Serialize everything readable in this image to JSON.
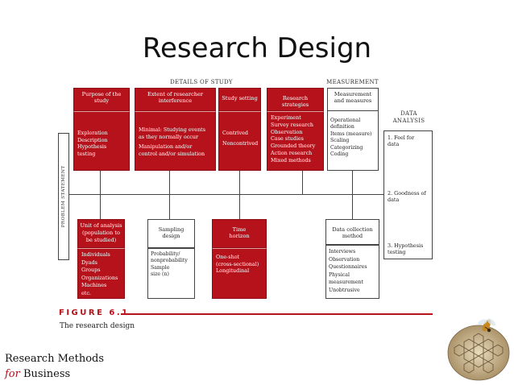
{
  "title": "Research Design",
  "headers": {
    "details": "DETAILS OF STUDY",
    "measurement": "MEASUREMENT",
    "data_analysis": "DATA\nANALYSIS"
  },
  "problem_statement": "PROBLEM STATEMENT",
  "top_boxes": [
    {
      "head": "Purpose of the\nstudy",
      "items": [
        "Exploration",
        "Description",
        "Hypothesis testing"
      ]
    },
    {
      "head": "Extent of researcher\ninterference",
      "items": [
        "Minimal: Studying events\nas they normally occur",
        "Manipulation and/or\ncontrol and/or simulation"
      ]
    },
    {
      "head": "Study setting",
      "items": [
        "Contrived",
        "Noncontrived"
      ]
    },
    {
      "head": "Research strategies",
      "items": [
        "Experiment",
        "Survey research",
        "Observation",
        "Case studies",
        "Grounded theory",
        "Action research",
        "Mixed methods"
      ]
    },
    {
      "head": "Measurement\nand measures",
      "items": [
        "Operational\ndefinition",
        "Items (measure)",
        "Scaling",
        "Categorizing",
        "Coding"
      ]
    }
  ],
  "bottom_boxes": [
    {
      "head": "Unit of analysis\n(population to\nbe studied)",
      "items": [
        "Individuals",
        "Dyads",
        "Groups",
        "Organizations",
        "Machines",
        "etc."
      ]
    },
    {
      "head": "Sampling\ndesign",
      "items": [
        "Probability/\nnonprobability",
        "Sample\nsize (n)"
      ]
    },
    {
      "head": "Time\nhorizon",
      "items": [
        "One-shot\n(cross-sectional)",
        "Longitudinal"
      ]
    },
    {
      "head": "Data collection\nmethod",
      "items": [
        "Interviews",
        "Observation",
        "Questionnaires",
        "Physical measurement",
        "Unobtrusive"
      ]
    }
  ],
  "data_analysis_items": [
    "1. Feel for\ndata",
    "2. Goodness of\ndata",
    "3. Hypothesis\ntesting"
  ],
  "figure_label": "FIGURE 6.1",
  "caption": "The research design",
  "footer": {
    "line1": "Research Methods",
    "line2_em": "for",
    "line2_rest": " Business"
  }
}
